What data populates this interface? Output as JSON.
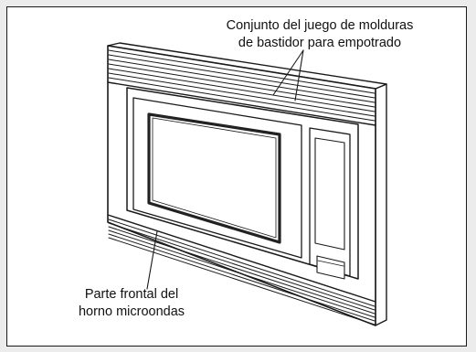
{
  "callouts": {
    "trim_kit": {
      "line1": "Conjunto del juego de molduras",
      "line2": "de bastidor para empotrado"
    },
    "oven_front": {
      "line1": "Parte frontal del",
      "line2": "horno microondas"
    }
  },
  "colors": {
    "background": "#ececec",
    "panel": "#ffffff",
    "ink": "#1a1a1a",
    "window": "#222222"
  }
}
